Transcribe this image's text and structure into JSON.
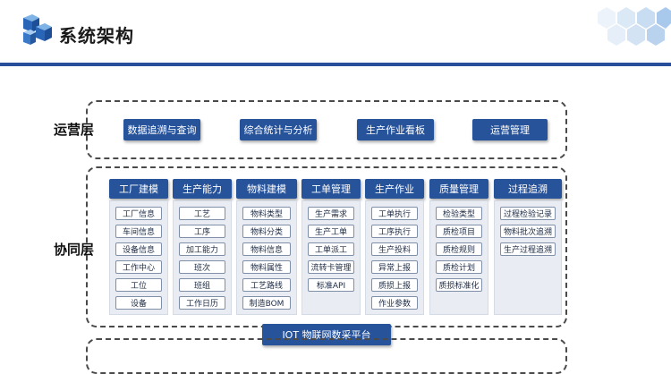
{
  "header": {
    "title": "系统架构",
    "logo_icon": "hexagon-cubes-logo",
    "accent_color": "#28509a"
  },
  "operations_layer": {
    "label": "运营层",
    "items": [
      "数据追溯与查询",
      "综合统计与分析",
      "生产作业看板",
      "运营管理"
    ]
  },
  "collaboration_layer": {
    "label": "协同层",
    "columns": [
      {
        "title": "工厂建模",
        "items": [
          "工厂信息",
          "车间信息",
          "设备信息",
          "工作中心",
          "工位",
          "设备"
        ]
      },
      {
        "title": "生产能力",
        "items": [
          "工艺",
          "工序",
          "加工能力",
          "班次",
          "班组",
          "工作日历"
        ]
      },
      {
        "title": "物料建模",
        "items": [
          "物料类型",
          "物料分类",
          "物料信息",
          "物料属性",
          "工艺路线",
          "制造BOM"
        ]
      },
      {
        "title": "工单管理",
        "items": [
          "生产需求",
          "生产工单",
          "工单派工",
          "流转卡管理",
          "标准API"
        ]
      },
      {
        "title": "生产作业",
        "items": [
          "工单执行",
          "工序执行",
          "生产投料",
          "异常上报",
          "质损上报",
          "作业参数"
        ]
      },
      {
        "title": "质量管理",
        "items": [
          "检验类型",
          "质检项目",
          "质检规则",
          "质检计划",
          "质损标准化"
        ]
      },
      {
        "title": "过程追溯",
        "items": [
          "过程检验记录",
          "物料批次追溯",
          "生产过程追溯"
        ]
      }
    ]
  },
  "iot_platform": {
    "label": "IOT 物联网数采平台"
  }
}
